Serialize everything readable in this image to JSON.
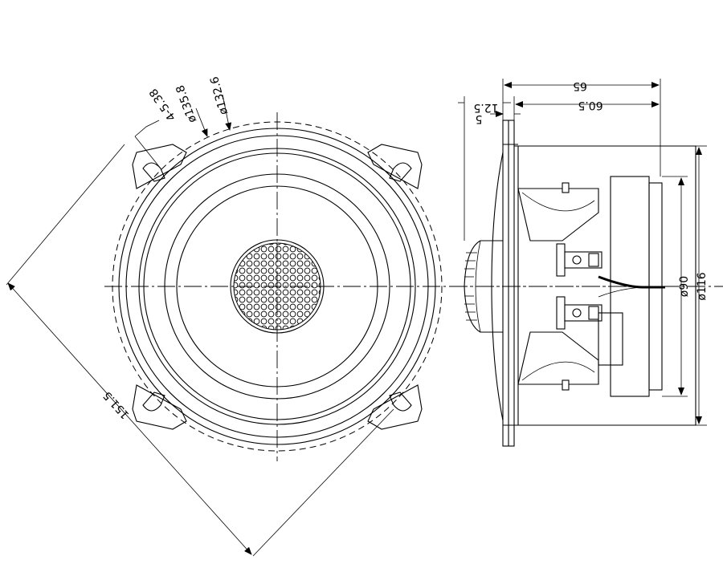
{
  "labels": {
    "holes": "4-5.38",
    "d_outer": "ø135.8",
    "d_cutout": "ø132.6",
    "diagonal": "151.5",
    "depth_total": "65",
    "depth_mount": "60.5",
    "flange_tweeter": "12.5",
    "flange": "5",
    "d_magnet": "ø90",
    "d_frame": "ø116"
  }
}
